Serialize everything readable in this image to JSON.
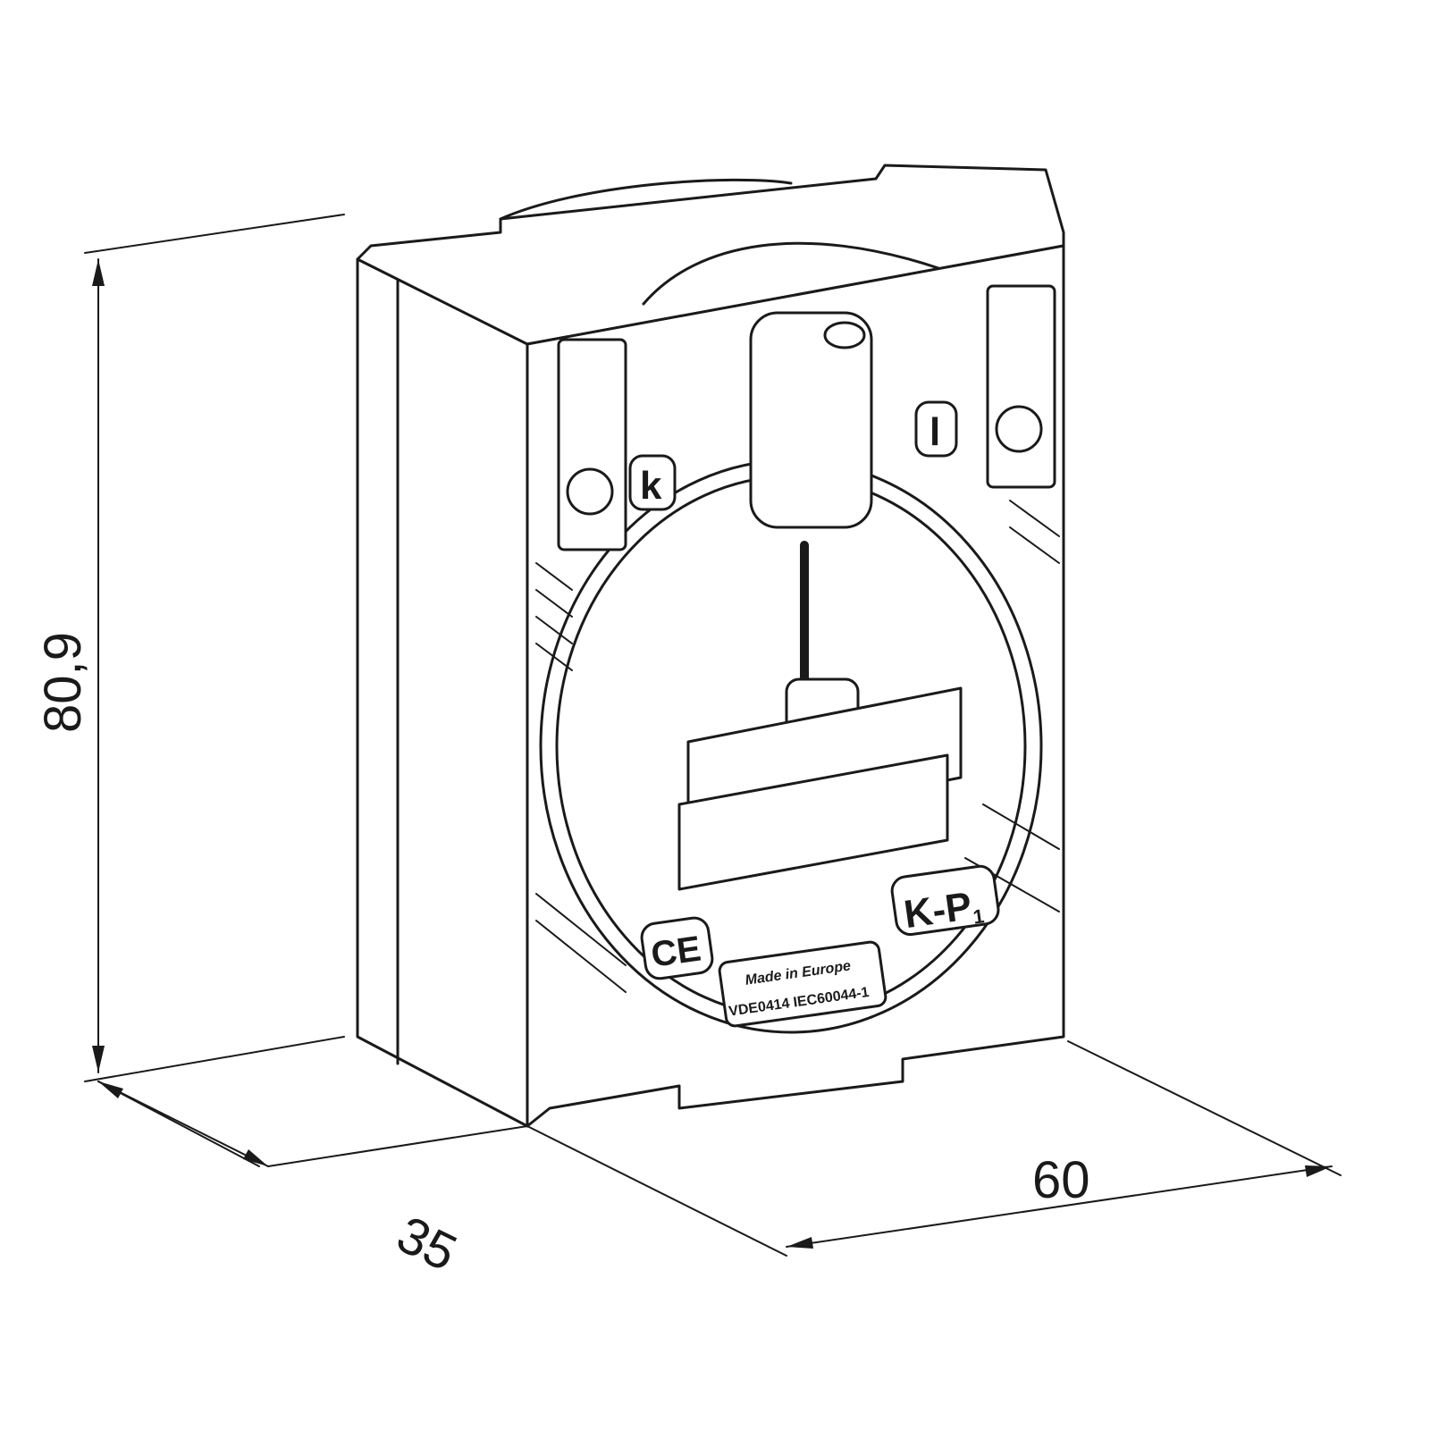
{
  "drawing": {
    "subject": "Current transformer (isometric view)",
    "dimensions": {
      "height": "80,9",
      "depth": "35",
      "width": "60"
    },
    "markings": {
      "terminal_left": "k",
      "terminal_right": "l",
      "model": "K-P",
      "model_sub": "1",
      "ce_mark": "CE",
      "plate_line1": "Made in Europe",
      "plate_line2": "VDE0414 IEC60044-1"
    },
    "colors": {
      "line": "#1a1a1a",
      "background": "#ffffff"
    }
  }
}
